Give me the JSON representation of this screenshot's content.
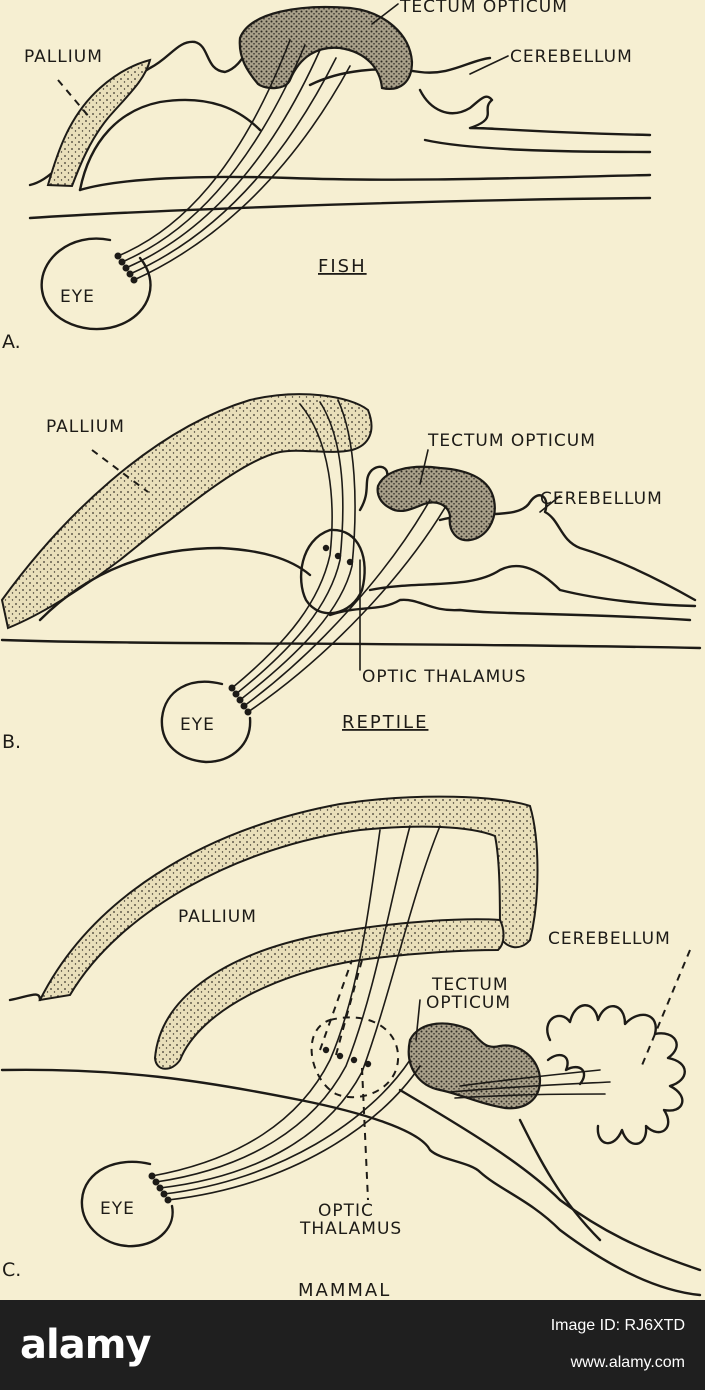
{
  "panels": [
    {
      "letter": "A.",
      "caption": "FISH",
      "labels": {
        "tectum": "TECTUM OPTICUM",
        "pallium": "PALLIUM",
        "cerebellum": "CEREBELLUM",
        "eye": "EYE"
      }
    },
    {
      "letter": "B.",
      "caption": "REPTILE",
      "labels": {
        "pallium": "PALLIUM",
        "tectum": "TECTUM OPTICUM",
        "cerebellum": "CEREBELLUM",
        "thalamus": "OPTIC THALAMUS",
        "eye": "EYE"
      }
    },
    {
      "letter": "C.",
      "caption": "MAMMAL",
      "labels": {
        "pallium": "PALLIUM",
        "cerebellum": "CEREBELLUM",
        "tectum_1": "TECTUM",
        "tectum_2": "OPTICUM",
        "thalamus_1": "OPTIC",
        "thalamus_2": "THALAMUS",
        "eye": "EYE"
      }
    }
  ],
  "banner": {
    "logo": "alamy",
    "image_id": "Image ID: RJ6XTD",
    "url": "www.alamy.com"
  }
}
